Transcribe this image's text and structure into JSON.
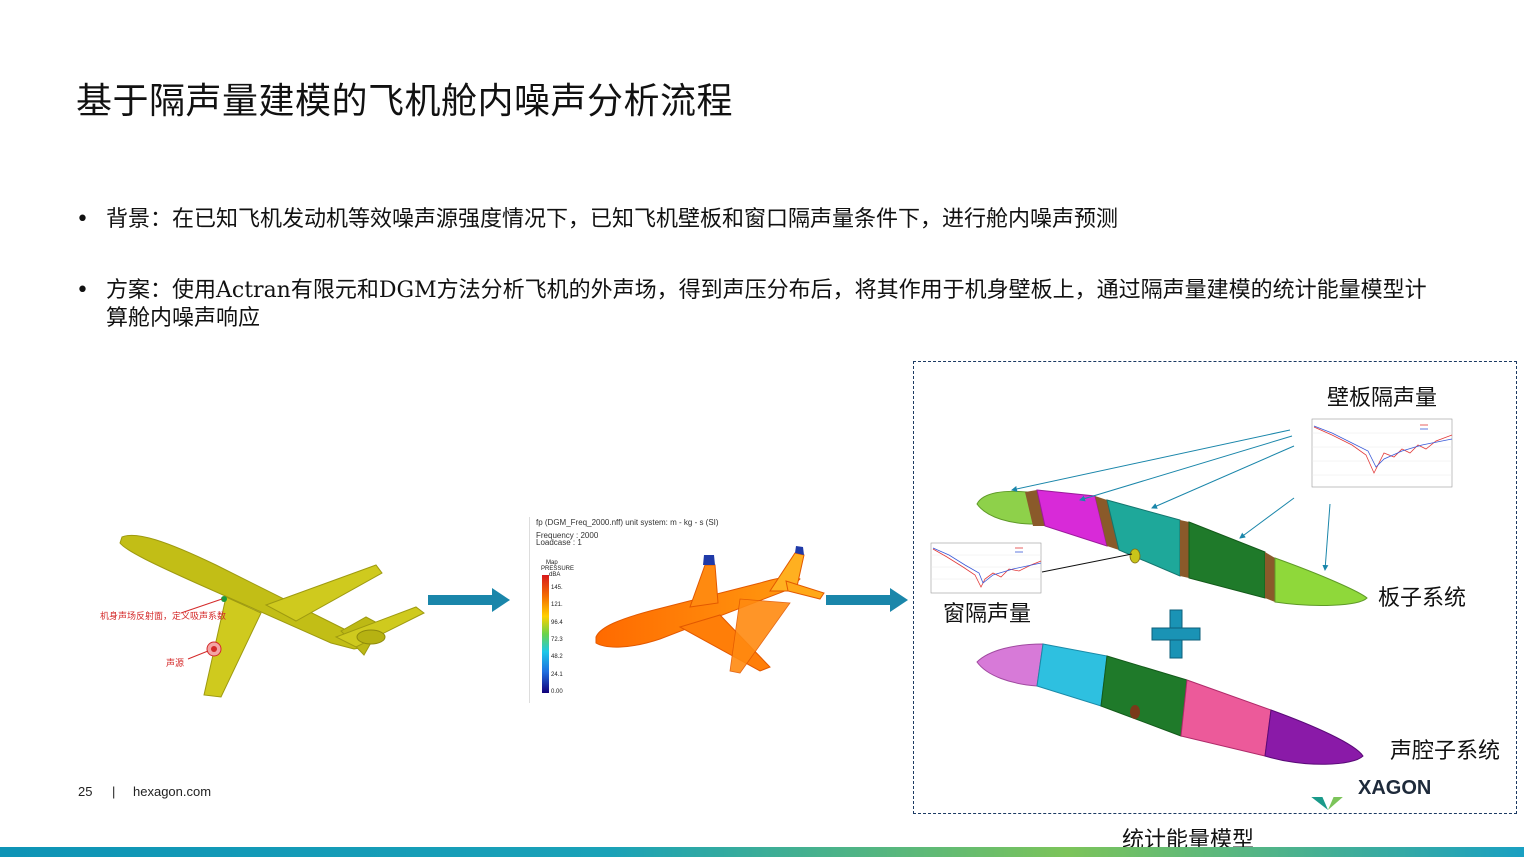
{
  "slide": {
    "title": "基于隔声量建模的飞机舱内噪声分析流程",
    "bullets": [
      {
        "marker": "•",
        "text": "背景：在已知飞机发动机等效噪声源强度情况下，已知飞机壁板和窗口隔声量条件下，进行舱内噪声预测"
      },
      {
        "marker": "•",
        "text": "方案：使用Actran有限元和DGM方法分析飞机的外声场，得到声压分布后，将其作用于机身壁板上，通过隔声量建模的统计能量模型计算舱内噪声响应"
      }
    ]
  },
  "fig1": {
    "label_surface": "机身声场反射面，定义吸声系数",
    "label_source": "声源"
  },
  "fig2": {
    "header": "fp (DGM_Freq_2000.nff) unit system: m - kg - s (SI)",
    "frequency": "Frequency : 2000",
    "loadcase": "Loadcase : 1",
    "legend_title": "Map",
    "legend_sub": "PRESSURE",
    "legend_unit": "dBA",
    "legend_ticks": [
      "145.",
      "121.",
      "96.4",
      "72.3",
      "48.2",
      "24.1",
      "0.00"
    ]
  },
  "sea": {
    "panel_tl": "壁板隔声量",
    "window_tl": "窗隔声量",
    "plate_subsystem": "板子系统",
    "cavity_subsystem": "声腔子系统",
    "model_label": "统计能量模型",
    "plus": "+"
  },
  "footer": {
    "page": "25",
    "sep": "|",
    "site": "hexagon.com",
    "brand": "XAGON"
  },
  "colors": {
    "accent": "#1a93b5",
    "arrow": "#1a86aa",
    "airplane_yellow": "#c9c41a",
    "plus": "#1a93b5"
  }
}
